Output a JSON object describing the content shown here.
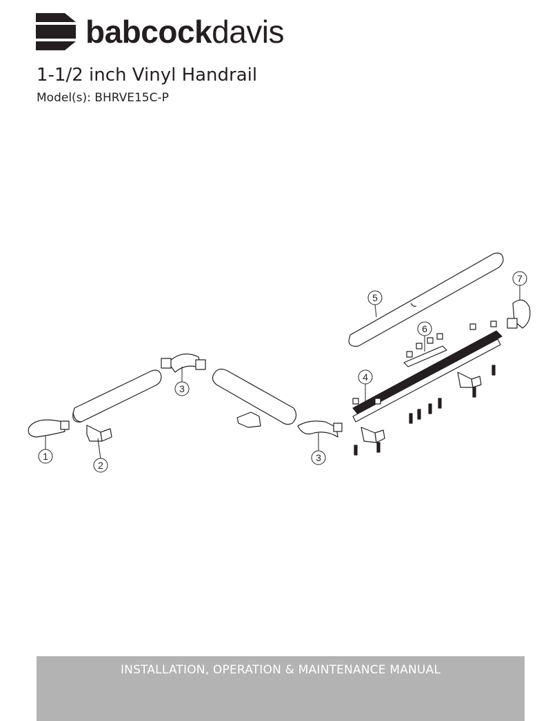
{
  "logo": {
    "brand_bold": "babcock",
    "brand_light": "davis"
  },
  "document": {
    "title": "1-1/2 inch Vinyl Handrail",
    "models": "Model(s): BHRVE15C-P"
  },
  "callouts": {
    "c1": "1",
    "c2": "2",
    "c3a": "3",
    "c3b": "3",
    "c4": "4",
    "c5": "5",
    "c6": "6",
    "c7": "7"
  },
  "footer": {
    "text": "INSTALLATION, OPERATION & MAINTENANCE MANUAL"
  }
}
